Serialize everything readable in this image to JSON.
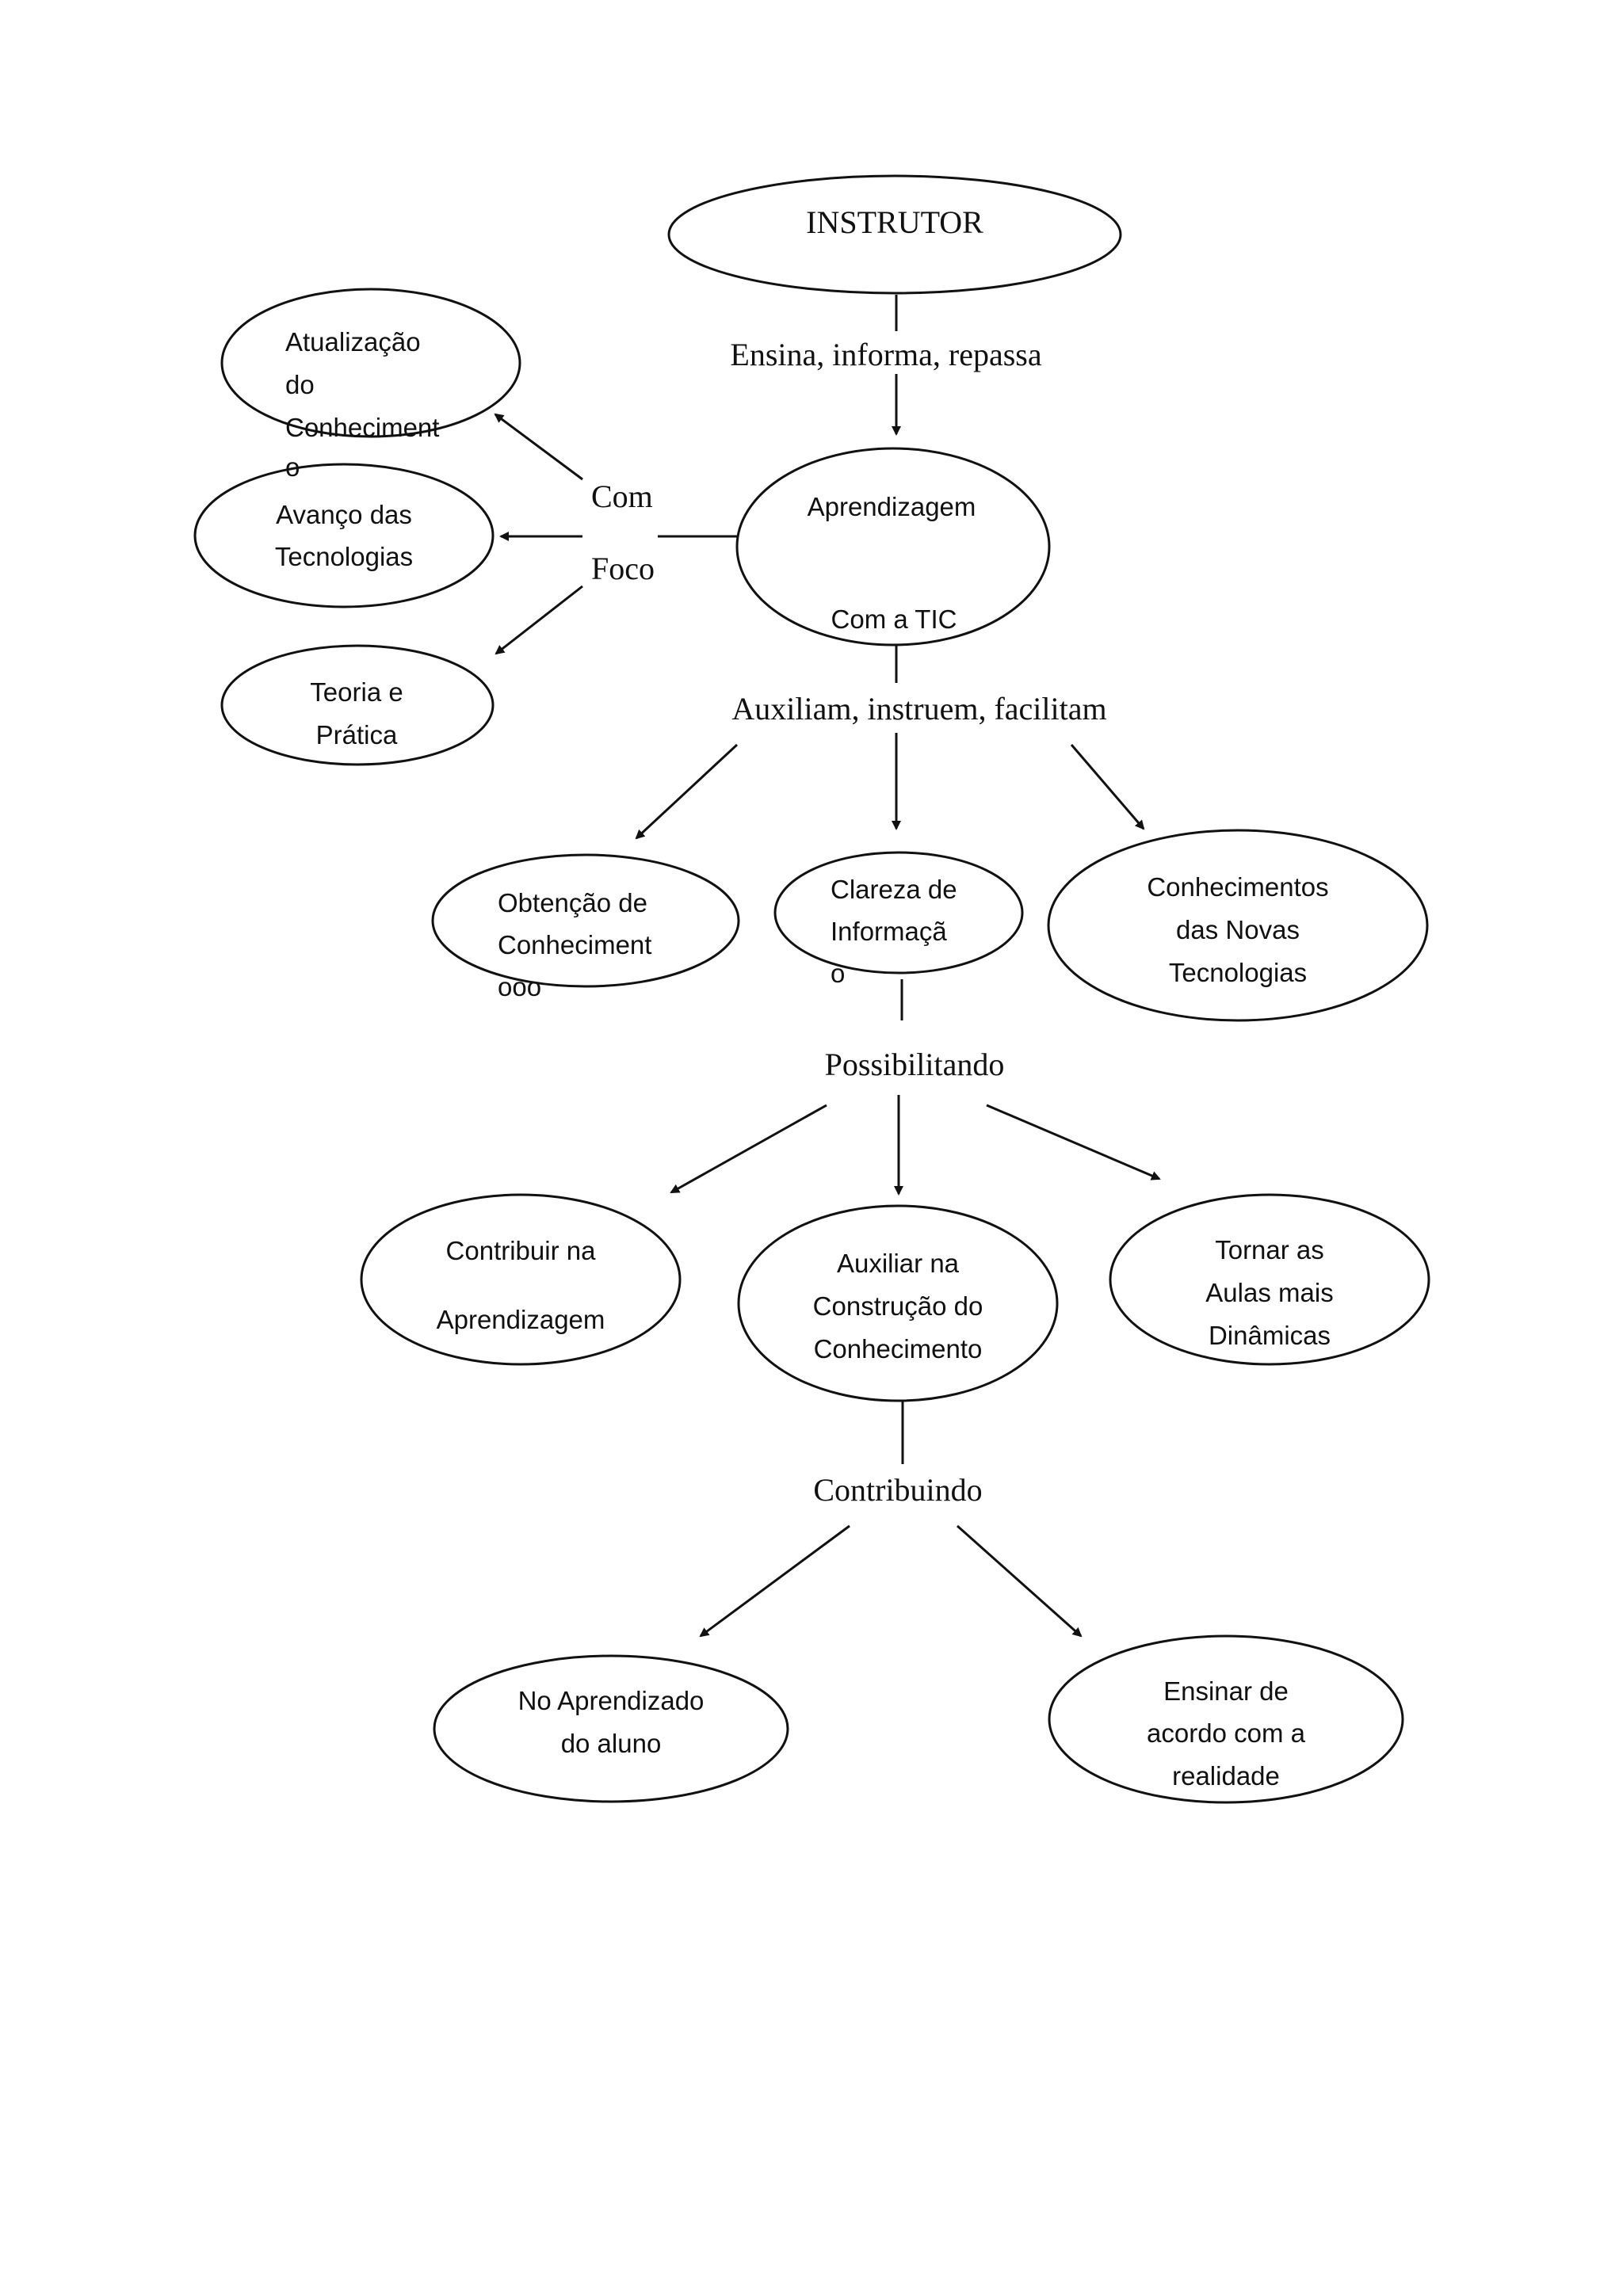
{
  "nodes": {
    "instrutor": "INSTRUTOR",
    "aprendizagem": [
      "Aprendizagem",
      "Com a TIC"
    ],
    "atualizacao": [
      "Atualização",
      "do",
      "Conheciment",
      "o"
    ],
    "avanco": [
      "Avanço das",
      "Tecnologias"
    ],
    "teoria": [
      "Teoria e",
      "Prática"
    ],
    "obtencao": [
      "Obtenção de",
      "Conheciment",
      "ooo"
    ],
    "clareza": [
      "Clareza de",
      "Informaçã",
      "o"
    ],
    "conhecimentos_novas": [
      "Conhecimentos",
      "das Novas",
      "Tecnologias"
    ],
    "contribuir": [
      "Contribuir na",
      "Aprendizagem"
    ],
    "auxiliar": [
      "Auxiliar na",
      "Construção do",
      "Conhecimento"
    ],
    "tornar": [
      "Tornar as",
      "Aulas mais",
      "Dinâmicas"
    ],
    "aprendizado_aluno": [
      "No Aprendizado",
      "do aluno"
    ],
    "ensinar": [
      "Ensinar de",
      "acordo com a",
      "realidade"
    ]
  },
  "links": {
    "ensina": "Ensina, informa, repassa",
    "com": "Com",
    "foco": "Foco",
    "auxiliam": "Auxiliam, instruem, facilitam",
    "possibilitando": "Possibilitando",
    "contribuindo": "Contribuindo"
  }
}
